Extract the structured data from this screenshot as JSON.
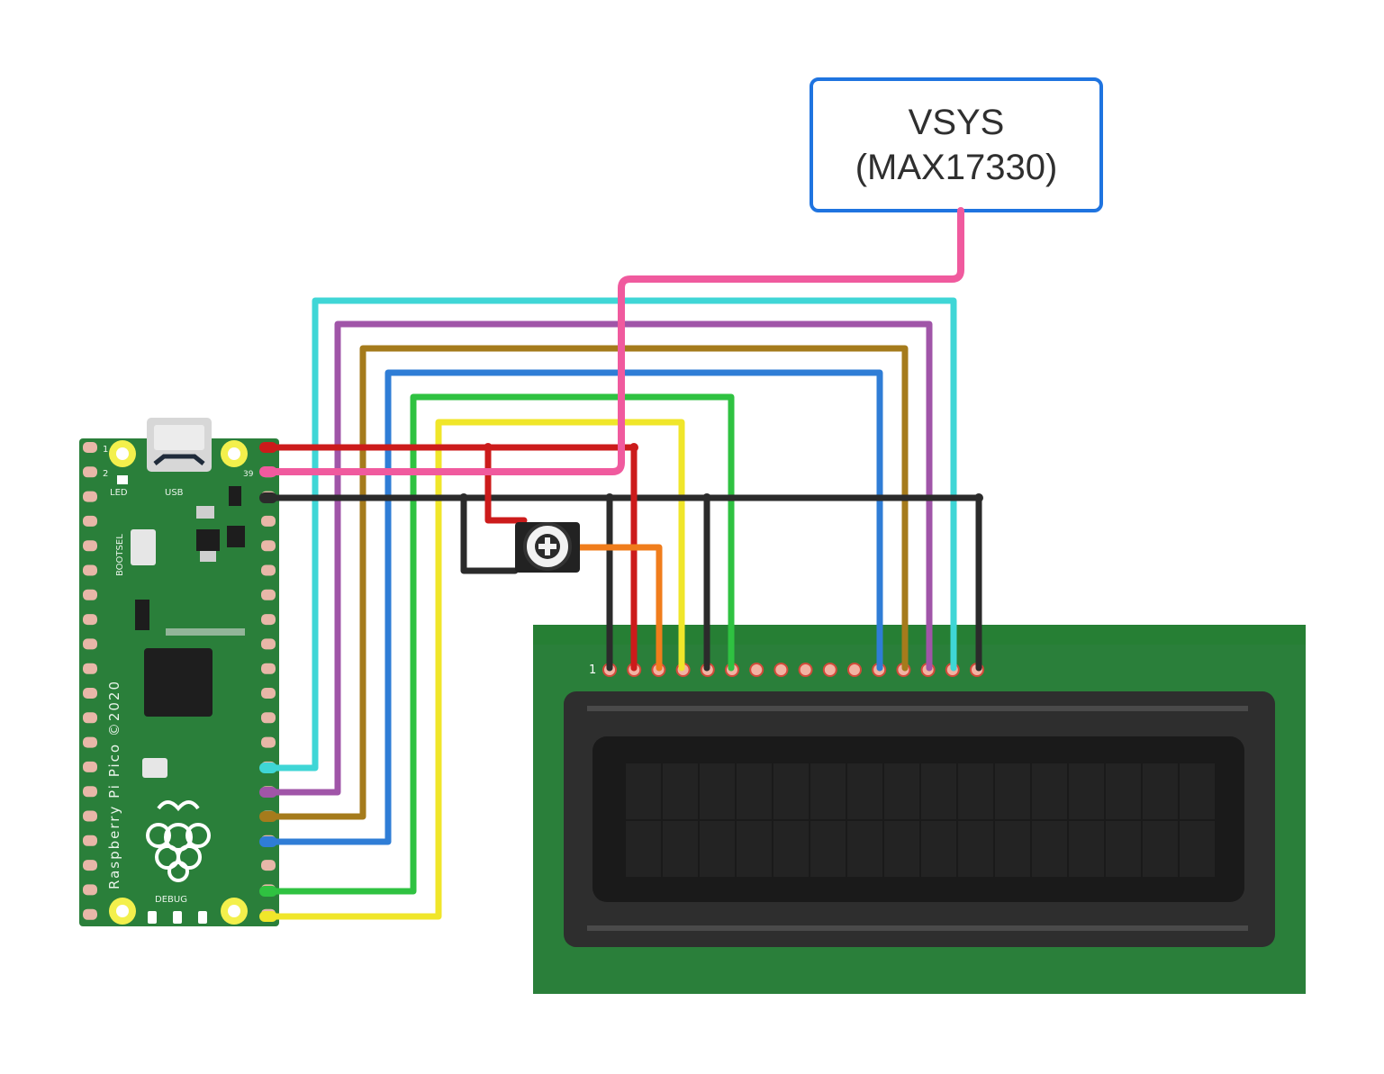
{
  "source_box": {
    "line1": "VSYS",
    "line2": "(MAX17330)"
  },
  "pico": {
    "silk_name": "Raspberry Pi Pico ©2020",
    "usb_label": "USB",
    "led_label": "LED",
    "bootsel_label": "BOOTSEL",
    "debug_label": "DEBUG",
    "pin1_label": "1",
    "pin2_label": "2",
    "pin39_label": "39"
  },
  "lcd": {
    "pin1_label": "1"
  },
  "colors": {
    "vsys_wire": "#f05a9e",
    "power_wire": "#cc1b1b",
    "ground_wire": "#2b2b2b",
    "contrast_wire": "#f07d1c",
    "wire_cyan": "#3fd6d6",
    "wire_purple": "#a055a8",
    "wire_brown": "#a57b1c",
    "wire_blue": "#2f7dd6",
    "wire_green": "#2fc241",
    "wire_yellow": "#f0e62a",
    "pcb_green": "#2a7f3a",
    "box_border": "#1f74e0"
  }
}
